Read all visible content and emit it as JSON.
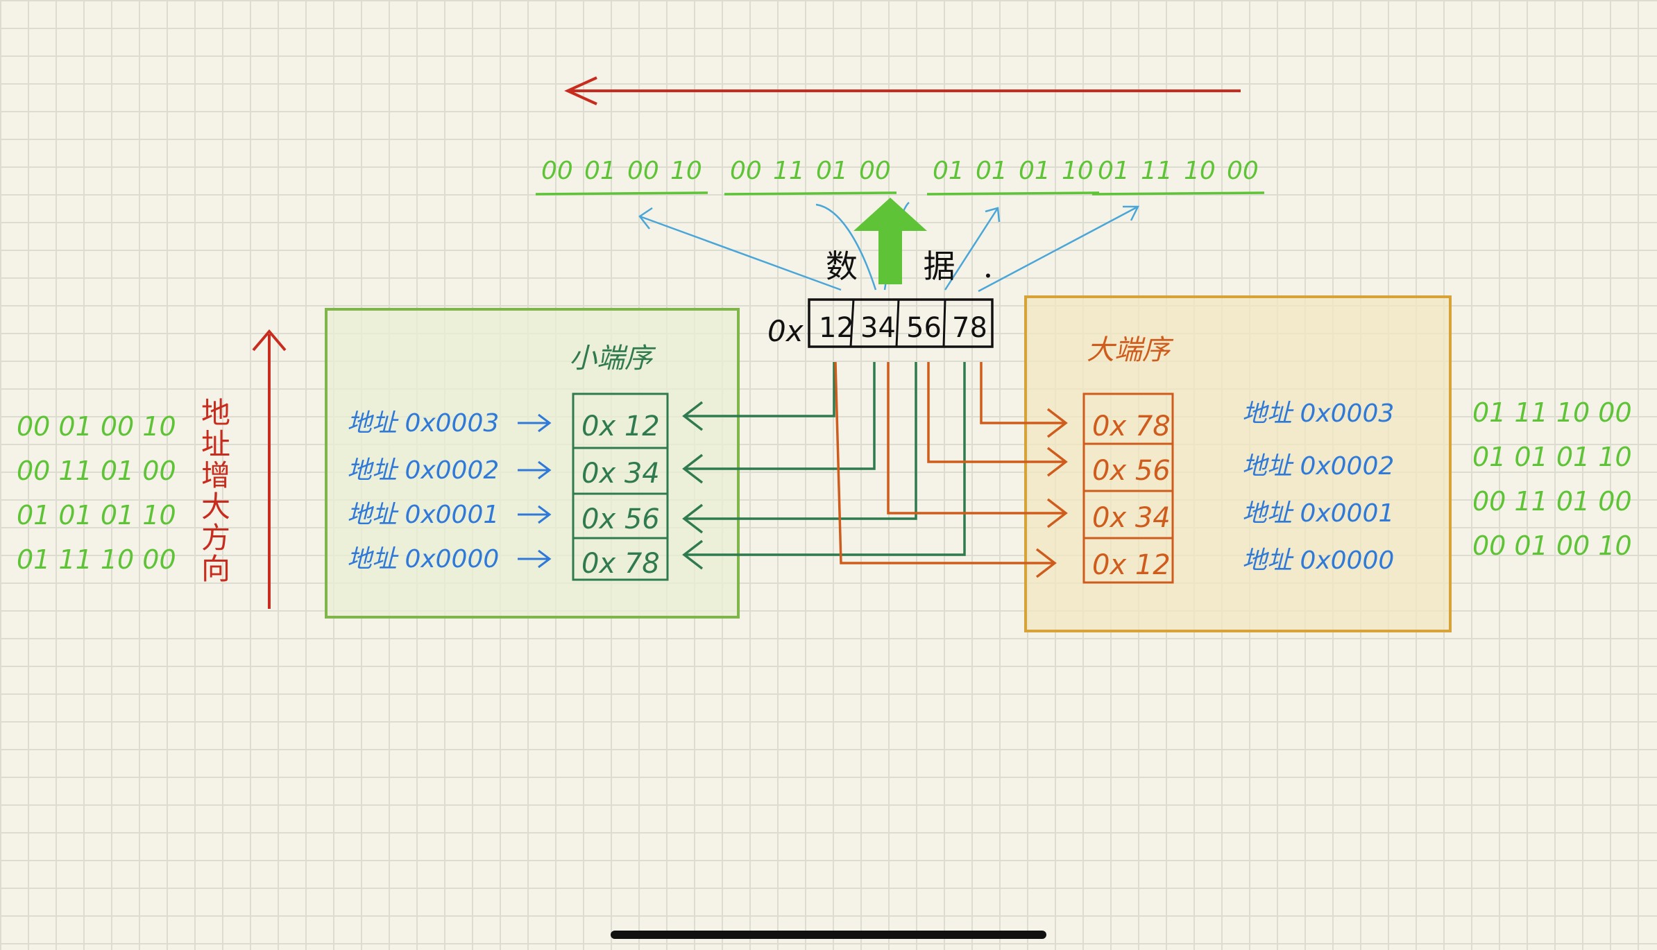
{
  "data_label": "数 据.",
  "data_prefix": "0x",
  "data_bytes": [
    "12",
    "34",
    "56",
    "78"
  ],
  "binary_top": [
    {
      "digits": [
        "00",
        "01",
        "00",
        "10"
      ]
    },
    {
      "digits": [
        "00",
        "11",
        "01",
        "00"
      ]
    },
    {
      "digits": [
        "01",
        "01",
        "01",
        "10"
      ]
    },
    {
      "digits": [
        "01",
        "11",
        "10",
        "00"
      ]
    }
  ],
  "address_direction_label": [
    "地",
    "址",
    "增",
    "大",
    "方",
    "向"
  ],
  "left_binary": [
    "00 01 00 10",
    "00 11 01 00",
    "01 01 01 10",
    "01 11 10 00"
  ],
  "right_binary": [
    "01 11 10 00",
    "01 01 01 10",
    "00 11 01 00",
    "00 01 00 10"
  ],
  "little_endian": {
    "title": "小端序",
    "addresses": [
      "地址 0x0003",
      "地址 0x0002",
      "地址 0x0001",
      "地址 0x0000"
    ],
    "cells": [
      "0x 12",
      "0x 34",
      "0x 56",
      "0x 78"
    ]
  },
  "big_endian": {
    "title": "大端序",
    "addresses": [
      "地址 0x0003",
      "地址 0x0002",
      "地址 0x0001",
      "地址 0x0000"
    ],
    "cells": [
      "0x 78",
      "0x 56",
      "0x 34",
      "0x 12"
    ]
  },
  "colors": {
    "red": "#c72c1f",
    "green_text": "#5ec337",
    "green_box": "#7fb54a",
    "dark_green": "#2f7a4f",
    "orange": "#cf5c1c",
    "gold": "#d7a338",
    "blue": "#2f79d8",
    "light_blue": "#4aa6d8",
    "black": "#111111"
  }
}
